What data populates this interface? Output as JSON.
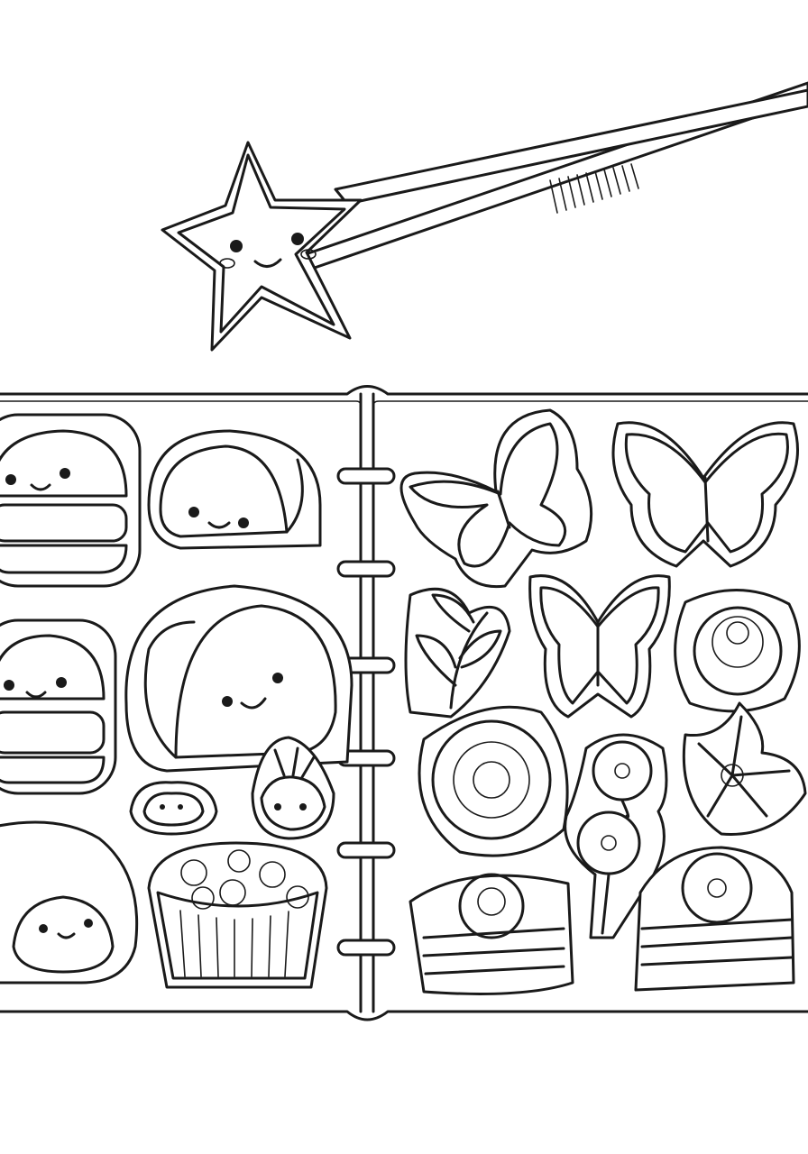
{
  "scene": {
    "line_color": "#1a1a1a",
    "background": "#ffffff",
    "top": {
      "items": [
        "kawaii-star-sticker",
        "tweezers"
      ]
    },
    "book": {
      "left_page": {
        "stickers": [
          "burger",
          "taco",
          "burger",
          "taco",
          "croissant",
          "strawberry",
          "dumpling",
          "flower-tart"
        ]
      },
      "right_page": {
        "stickers": [
          "butterfly",
          "butterfly",
          "leaf-sprig",
          "butterfly",
          "rose",
          "peony",
          "daisy-stems",
          "lily",
          "flower-cake",
          "flower-cake"
        ]
      },
      "rings": 6
    }
  }
}
